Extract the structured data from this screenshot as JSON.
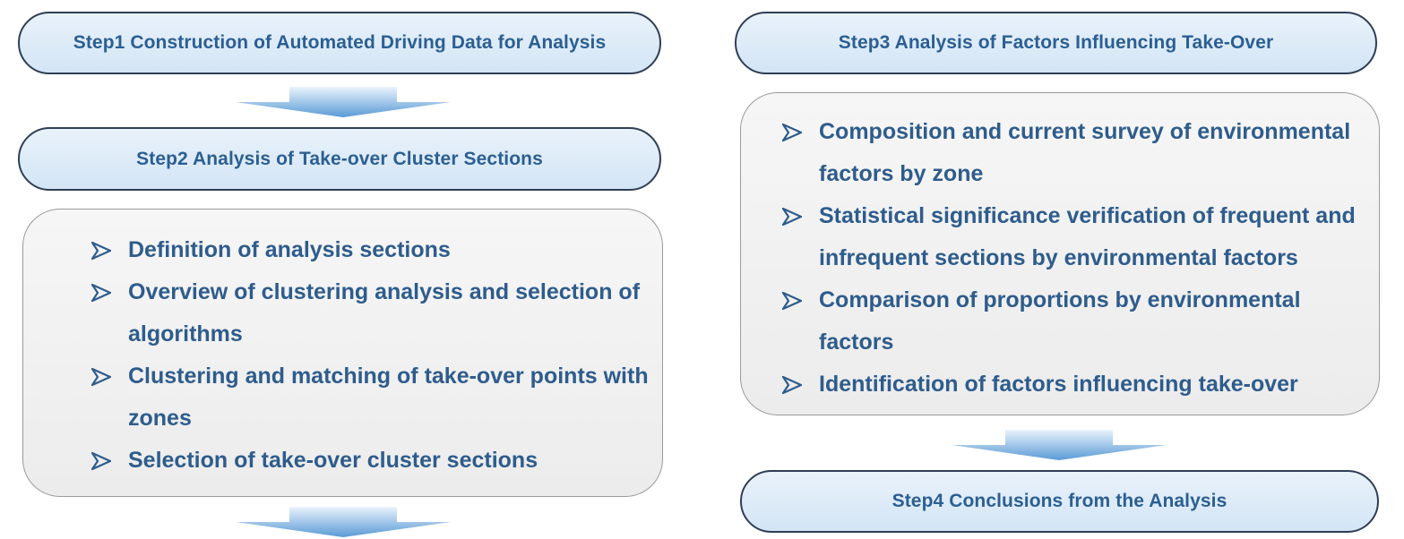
{
  "steps": {
    "step1": "Step1 Construction of Automated Driving Data for Analysis",
    "step2": "Step2 Analysis of Take-over Cluster Sections",
    "step3": "Step3 Analysis of Factors Influencing Take-Over",
    "step4": "Step4 Conclusions from the Analysis"
  },
  "step2_details": [
    "Definition of analysis sections",
    "Overview of clustering analysis and selection of algorithms",
    "Clustering and matching of take-over points with zones",
    "Selection of take-over cluster sections"
  ],
  "step3_details": [
    "Composition and current survey of environmental factors by zone",
    "Statistical significance verification of frequent and infrequent sections by environmental factors",
    "Comparison of proportions by environmental factors",
    "Identification of factors influencing take-over"
  ],
  "colors": {
    "pill_border": "#2f3e55",
    "pill_fill": "#d9e8f6",
    "text": "#2e5c8c",
    "box_border": "#9a9a9a",
    "box_fill": "#efefef",
    "arrow": "#5a9ad6"
  },
  "icons": {
    "bullet": "arrowhead-bullet-icon",
    "flow": "down-arrow-icon"
  }
}
